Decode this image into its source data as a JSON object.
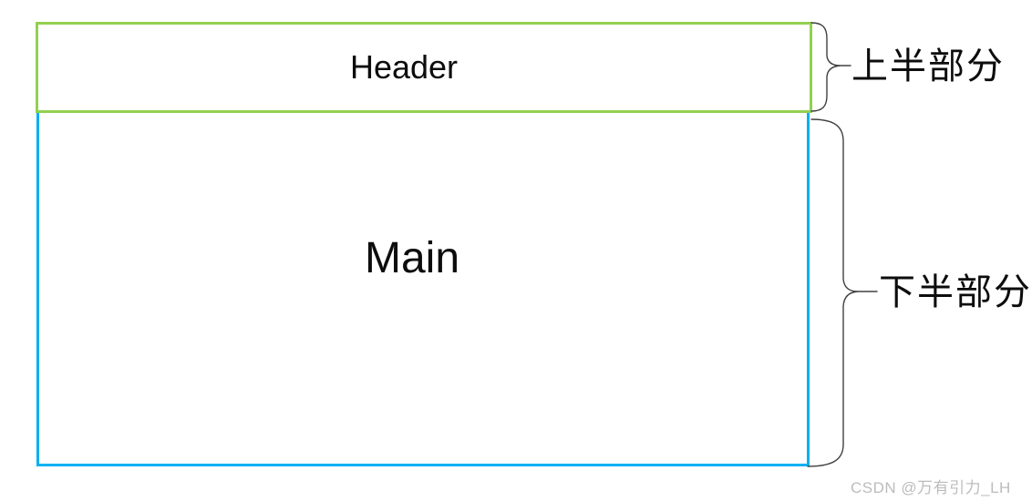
{
  "diagram": {
    "boxes": [
      {
        "id": "header",
        "label": "Header",
        "border_color": "#92D050"
      },
      {
        "id": "main",
        "label": "Main",
        "border_color": "#00B0F0"
      }
    ],
    "annotations": [
      {
        "label": "上半部分",
        "target": "header"
      },
      {
        "label": "下半部分",
        "target": "main"
      }
    ],
    "brace_color": "#404040",
    "watermark": "CSDN @万有引力_LH"
  }
}
